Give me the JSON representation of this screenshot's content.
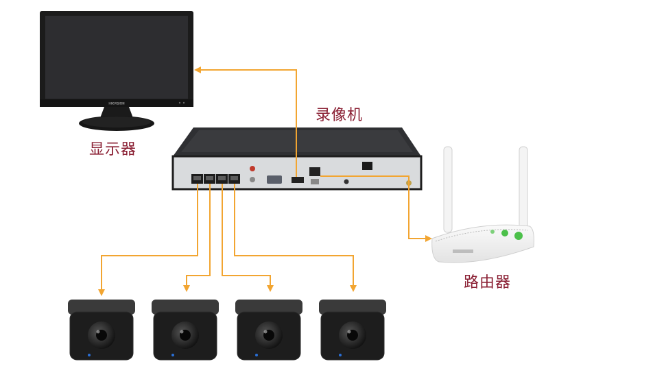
{
  "labels": {
    "monitor": "显示器",
    "nvr": "录像机",
    "router": "路由器"
  },
  "brand": {
    "monitor_logo": "HIKVISION"
  },
  "colors": {
    "connector": "#f2a531",
    "label": "#8a1f33",
    "device_dark": "#1e1e1e",
    "panel": "#d9dbdd"
  },
  "icons": [
    "monitor-icon",
    "nvr-icon",
    "router-icon",
    "camera-icon"
  ]
}
